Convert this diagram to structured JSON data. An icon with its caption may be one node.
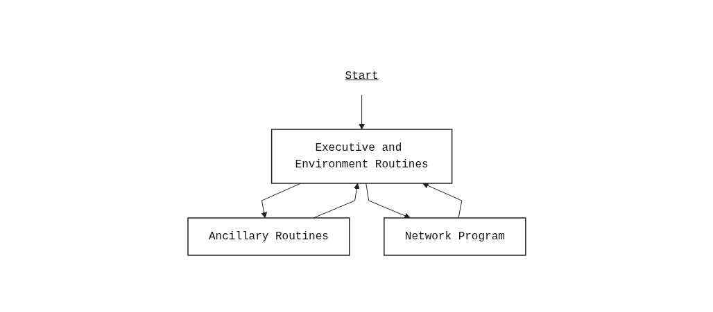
{
  "diagram": {
    "nodes": [
      {
        "text": [
          "Start"
        ]
      },
      {
        "text": [
          "Executive and Environment Routines"
        ]
      },
      {
        "text": [
          "Ancillary Routines"
        ]
      },
      {
        "text": [
          "Network Program"
        ]
      }
    ],
    "edges": [
      {
        "from": 0,
        "to": 1,
        "arrow": "to"
      },
      {
        "from": 1,
        "to": 2,
        "arrow": "to"
      },
      {
        "from": 2,
        "to": 1,
        "arrow": "to"
      },
      {
        "from": 1,
        "to": 3,
        "arrow": "to"
      },
      {
        "from": 3,
        "to": 1,
        "arrow": "to"
      }
    ]
  }
}
